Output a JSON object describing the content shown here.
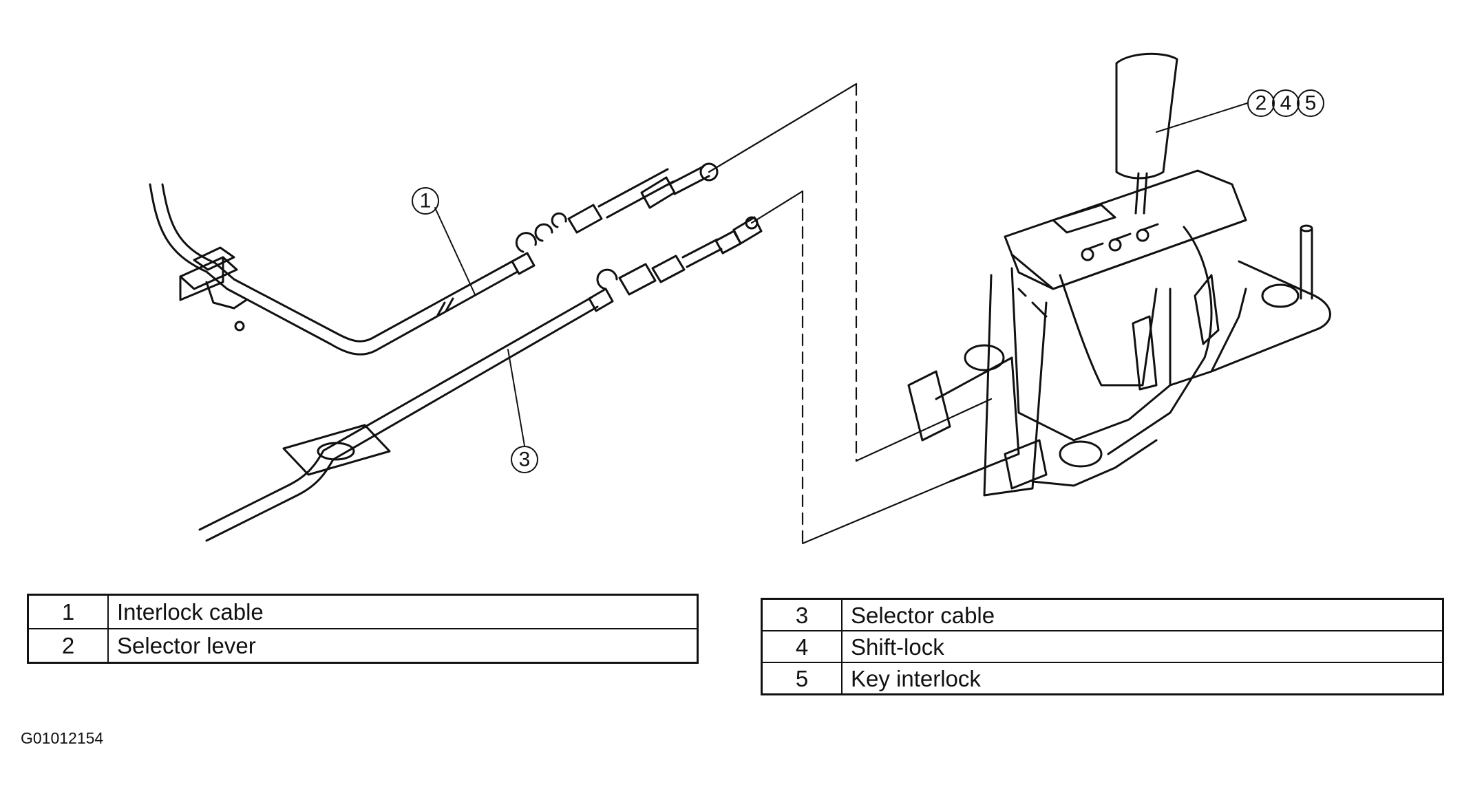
{
  "callouts": {
    "c1": "1",
    "c3": "3",
    "c2": "2",
    "c4": "4",
    "c5": "5"
  },
  "legend_left": [
    {
      "num": "1",
      "label": "Interlock cable"
    },
    {
      "num": "2",
      "label": "Selector lever"
    }
  ],
  "legend_right": [
    {
      "num": "3",
      "label": "Selector cable"
    },
    {
      "num": "4",
      "label": "Shift-lock"
    },
    {
      "num": "5",
      "label": "Key interlock"
    }
  ],
  "figure_code": "G01012154"
}
